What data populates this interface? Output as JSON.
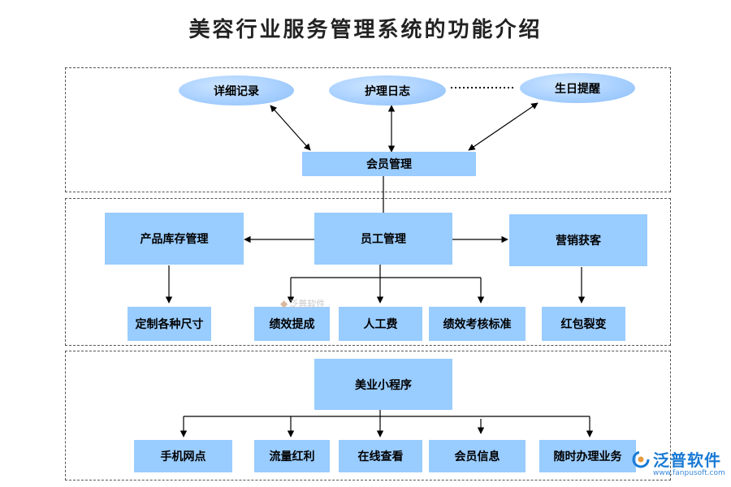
{
  "title": "美容行业服务管理系统的功能介绍",
  "section1": {
    "ellipses": [
      "详细记录",
      "护理日志",
      "生日提醒"
    ],
    "member_management": "会员管理"
  },
  "section2": {
    "inventory": "产品库存管理",
    "staff": "员工管理",
    "marketing": "营销获客",
    "children": [
      "定制各种尺寸",
      "绩效提成",
      "人工费",
      "绩效考核标准",
      "红包裂变"
    ]
  },
  "section3": {
    "mini_program": "美业小程序",
    "children": [
      "手机网点",
      "流量红利",
      "在线查看",
      "会员信息",
      "随时办理业务"
    ]
  },
  "watermark": {
    "small": "泛普软件",
    "brand": "泛普软件",
    "url": "www.fanpusoft.com"
  },
  "colors": {
    "box": "#99ccff",
    "ellipse": "#a8d0ff",
    "logo": "#1a7ad4"
  }
}
